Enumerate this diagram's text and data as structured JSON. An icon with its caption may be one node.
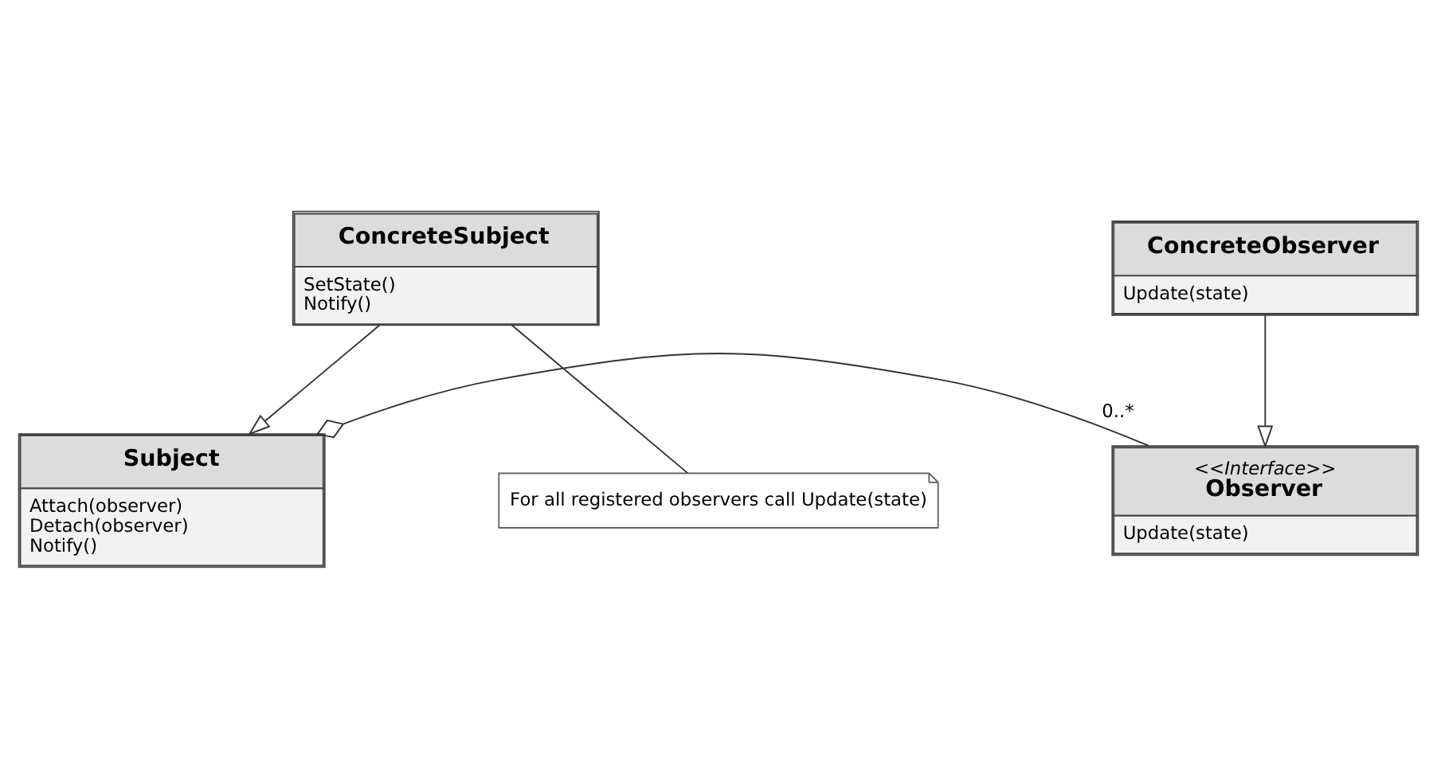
{
  "diagram": {
    "nodes": [
      {
        "text": [
          "<<Interface>>",
          "Observer",
          "Update(state)"
        ]
      },
      {
        "text": [
          "Subject",
          "Attach(observer)",
          "Detach(observer)",
          "Notify()"
        ]
      },
      {
        "text": [
          "ConcreteObserver",
          "Update(state)"
        ]
      },
      {
        "text": [
          "ConcreteSubject",
          "SetState()",
          "Notify()"
        ]
      },
      {
        "text": [
          "For all registered observers call Update(state)"
        ]
      }
    ],
    "edges": [
      {
        "from": 1,
        "to": 0,
        "arrow": "other",
        "label": "0..*"
      },
      {
        "from": 2,
        "to": 0,
        "arrow": "to"
      },
      {
        "from": 3,
        "to": 1,
        "arrow": "to"
      },
      {
        "from": 3,
        "to": 4,
        "arrow": "none"
      }
    ]
  }
}
